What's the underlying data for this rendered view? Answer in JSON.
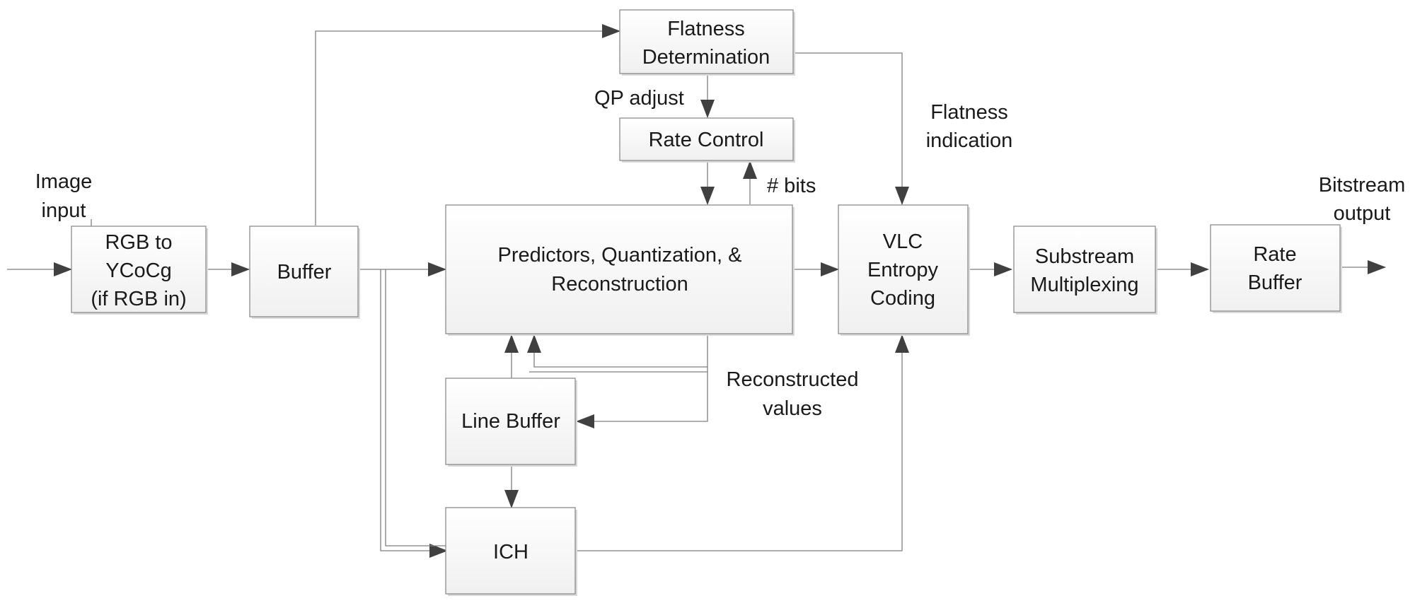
{
  "blocks": {
    "rgb_to_ycocg": {
      "line1": "RGB to",
      "line2": "YCoCg",
      "line3": "(if RGB in)"
    },
    "buffer": {
      "label": "Buffer"
    },
    "flatness_determination": {
      "line1": "Flatness",
      "line2": "Determination"
    },
    "rate_control": {
      "label": "Rate Control"
    },
    "predictors": {
      "line1": "Predictors, Quantization, &",
      "line2": "Reconstruction"
    },
    "line_buffer": {
      "label": "Line Buffer"
    },
    "ich": {
      "label": "ICH"
    },
    "vlc": {
      "line1": "VLC",
      "line2": "Entropy",
      "line3": "Coding"
    },
    "substream": {
      "line1": "Substream",
      "line2": "Multiplexing"
    },
    "rate_buffer": {
      "line1": "Rate",
      "line2": "Buffer"
    }
  },
  "annotations": {
    "image_input": {
      "line1": "Image",
      "line2": "input"
    },
    "qp_adjust": "QP adjust",
    "flatness_indication": {
      "line1": "Flatness",
      "line2": "indication"
    },
    "bits": "# bits",
    "reconstructed_values": {
      "line1": "Reconstructed",
      "line2": "values"
    },
    "bitstream_output": {
      "line1": "Bitstream",
      "line2": "output"
    }
  }
}
